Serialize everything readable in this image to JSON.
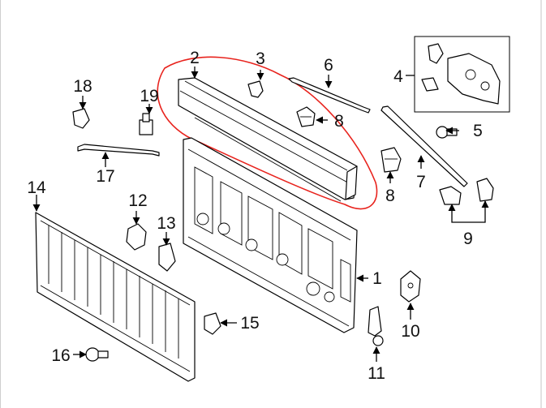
{
  "diagram": {
    "callouts": [
      "1",
      "2",
      "3",
      "4",
      "5",
      "6",
      "7",
      "8",
      "8",
      "9",
      "10",
      "11",
      "12",
      "13",
      "14",
      "15",
      "16",
      "17",
      "18",
      "19"
    ],
    "colors": {
      "highlight": "#e8231d",
      "linework": "#000000",
      "background": "#ffffff",
      "border": "#d9d9d9"
    }
  }
}
